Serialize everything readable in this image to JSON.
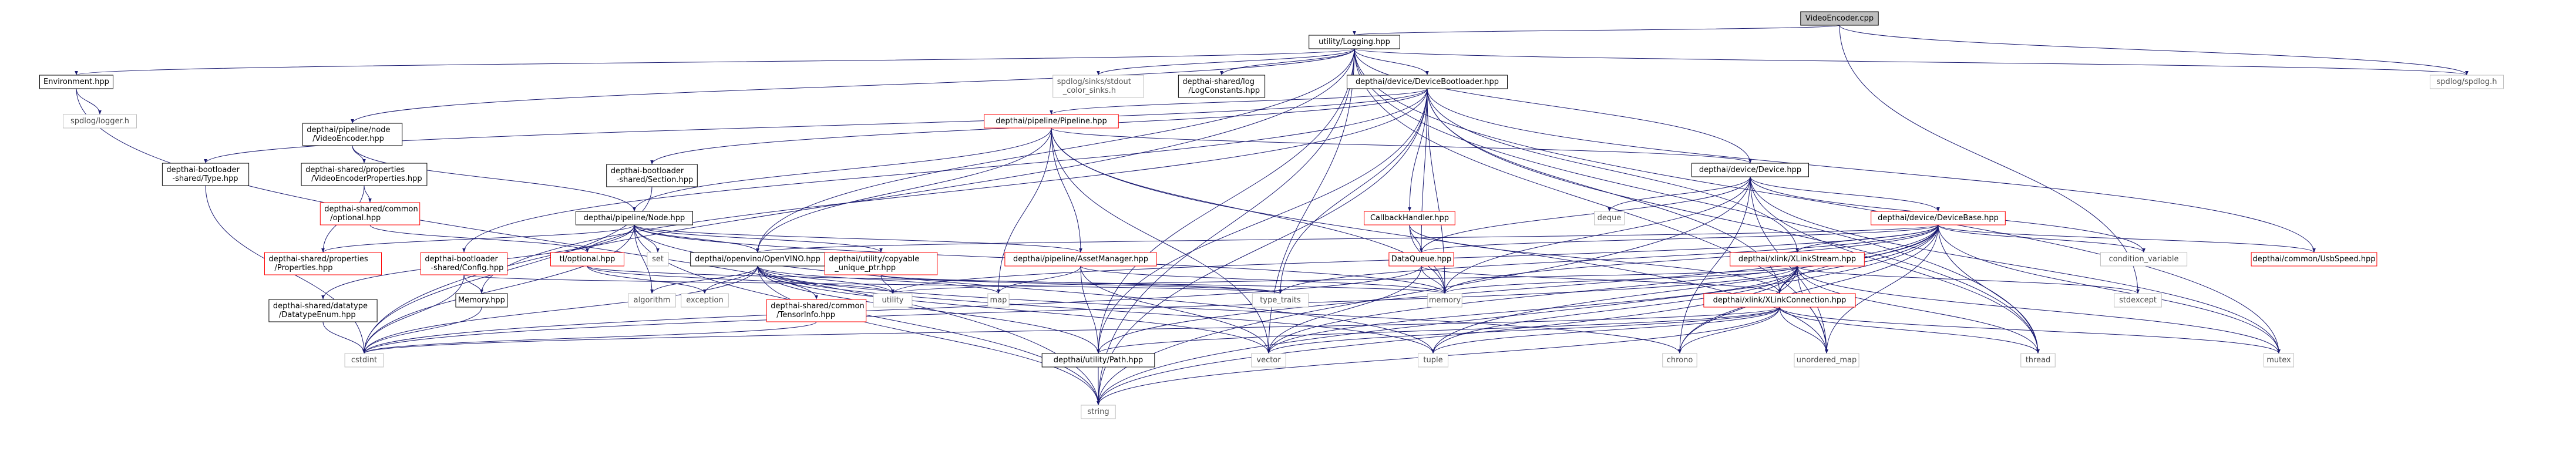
{
  "graph": {
    "root": "n_videoencoder",
    "colors": {
      "edge": "#191970",
      "node_border_normal": "#000000",
      "node_border_red": "#ff0000",
      "node_border_ext": "#bfbfbf",
      "text_normal": "#000000",
      "text_ext": "#4d4d4d",
      "root_fill": "#bfbfbf",
      "edge_thin_gray": "#191970"
    },
    "nodes": [
      {
        "id": "n_videoencoder",
        "lines": [
          "VideoEncoder.cpp"
        ],
        "kind": "root"
      },
      {
        "id": "n_logging",
        "lines": [
          "utility/Logging.hpp"
        ],
        "kind": "normal"
      },
      {
        "id": "n_environment",
        "lines": [
          "Environment.hpp"
        ],
        "kind": "normal"
      },
      {
        "id": "n_spdlog_logger",
        "lines": [
          "spdlog/logger.h"
        ],
        "kind": "ext"
      },
      {
        "id": "n_spdlog_sinks",
        "lines": [
          "spdlog/sinks/stdout",
          "_color_sinks.h"
        ],
        "kind": "ext"
      },
      {
        "id": "n_logconstants",
        "lines": [
          "depthai-shared/log",
          "/LogConstants.hpp"
        ],
        "kind": "normal"
      },
      {
        "id": "n_devicebootloader",
        "lines": [
          "depthai/device/DeviceBootloader.hpp"
        ],
        "kind": "normal"
      },
      {
        "id": "n_spdlog",
        "lines": [
          "spdlog/spdlog.h"
        ],
        "kind": "ext"
      },
      {
        "id": "n_videoencoder_node",
        "lines": [
          "depthai/pipeline/node",
          "/VideoEncoder.hpp"
        ],
        "kind": "normal"
      },
      {
        "id": "n_bootloader_type",
        "lines": [
          "depthai-bootloader",
          "-shared/Type.hpp"
        ],
        "kind": "normal"
      },
      {
        "id": "n_videoencoder_props",
        "lines": [
          "depthai-shared/properties",
          "/VideoEncoderProperties.hpp"
        ],
        "kind": "normal"
      },
      {
        "id": "n_pipeline",
        "lines": [
          "depthai/pipeline/Pipeline.hpp"
        ],
        "kind": "red"
      },
      {
        "id": "n_bootloader_section",
        "lines": [
          "depthai-bootloader",
          "-shared/Section.hpp"
        ],
        "kind": "normal"
      },
      {
        "id": "n_shared_optional",
        "lines": [
          "depthai-shared/common",
          "/optional.hpp"
        ],
        "kind": "red"
      },
      {
        "id": "n_node",
        "lines": [
          "depthai/pipeline/Node.hpp"
        ],
        "kind": "normal"
      },
      {
        "id": "n_callbackhandler",
        "lines": [
          "CallbackHandler.hpp"
        ],
        "kind": "red"
      },
      {
        "id": "n_device",
        "lines": [
          "depthai/device/Device.hpp"
        ],
        "kind": "normal"
      },
      {
        "id": "n_deque",
        "lines": [
          "deque"
        ],
        "kind": "ext"
      },
      {
        "id": "n_devicebase",
        "lines": [
          "depthai/device/DeviceBase.hpp"
        ],
        "kind": "red"
      },
      {
        "id": "n_properties",
        "lines": [
          "depthai-shared/properties",
          "/Properties.hpp"
        ],
        "kind": "red"
      },
      {
        "id": "n_bootloader_config",
        "lines": [
          "depthai-bootloader",
          "-shared/Config.hpp"
        ],
        "kind": "red"
      },
      {
        "id": "n_tloptional",
        "lines": [
          "tl/optional.hpp"
        ],
        "kind": "red"
      },
      {
        "id": "n_set",
        "lines": [
          "set"
        ],
        "kind": "ext"
      },
      {
        "id": "n_openvino",
        "lines": [
          "depthai/openvino/OpenVINO.hpp"
        ],
        "kind": "normal"
      },
      {
        "id": "n_copyable",
        "lines": [
          "depthai/utility/copyable",
          "_unique_ptr.hpp"
        ],
        "kind": "red"
      },
      {
        "id": "n_assetmanager",
        "lines": [
          "depthai/pipeline/AssetManager.hpp"
        ],
        "kind": "red"
      },
      {
        "id": "n_dataqueue",
        "lines": [
          "DataQueue.hpp"
        ],
        "kind": "red"
      },
      {
        "id": "n_xlinkstream",
        "lines": [
          "depthai/xlink/XLinkStream.hpp"
        ],
        "kind": "red"
      },
      {
        "id": "n_condvar",
        "lines": [
          "condition_variable"
        ],
        "kind": "ext"
      },
      {
        "id": "n_usbspeed",
        "lines": [
          "depthai/common/UsbSpeed.hpp"
        ],
        "kind": "red"
      },
      {
        "id": "n_memoryhpp",
        "lines": [
          "Memory.hpp"
        ],
        "kind": "normal"
      },
      {
        "id": "n_datatypeenum",
        "lines": [
          "depthai-shared/datatype",
          "/DatatypeEnum.hpp"
        ],
        "kind": "normal"
      },
      {
        "id": "n_algorithm",
        "lines": [
          "algorithm"
        ],
        "kind": "ext"
      },
      {
        "id": "n_exception",
        "lines": [
          "exception"
        ],
        "kind": "ext"
      },
      {
        "id": "n_tensorinfo",
        "lines": [
          "depthai-shared/common",
          "/TensorInfo.hpp"
        ],
        "kind": "red"
      },
      {
        "id": "n_utility",
        "lines": [
          "utility"
        ],
        "kind": "ext"
      },
      {
        "id": "n_map",
        "lines": [
          "map"
        ],
        "kind": "ext"
      },
      {
        "id": "n_type_traits",
        "lines": [
          "type_traits"
        ],
        "kind": "ext"
      },
      {
        "id": "n_memory",
        "lines": [
          "memory"
        ],
        "kind": "ext"
      },
      {
        "id": "n_xlinkconnection",
        "lines": [
          "depthai/xlink/XLinkConnection.hpp"
        ],
        "kind": "red"
      },
      {
        "id": "n_stdexcept",
        "lines": [
          "stdexcept"
        ],
        "kind": "ext"
      },
      {
        "id": "n_cstdint",
        "lines": [
          "cstdint"
        ],
        "kind": "ext"
      },
      {
        "id": "n_vector",
        "lines": [
          "vector"
        ],
        "kind": "ext"
      },
      {
        "id": "n_path",
        "lines": [
          "depthai/utility/Path.hpp"
        ],
        "kind": "normal"
      },
      {
        "id": "n_tuple",
        "lines": [
          "tuple"
        ],
        "kind": "ext"
      },
      {
        "id": "n_chrono",
        "lines": [
          "chrono"
        ],
        "kind": "ext"
      },
      {
        "id": "n_unordered_map",
        "lines": [
          "unordered_map"
        ],
        "kind": "ext"
      },
      {
        "id": "n_thread",
        "lines": [
          "thread"
        ],
        "kind": "ext"
      },
      {
        "id": "n_mutex",
        "lines": [
          "mutex"
        ],
        "kind": "ext"
      },
      {
        "id": "n_string",
        "lines": [
          "string"
        ],
        "kind": "ext"
      }
    ],
    "edges": [
      [
        "n_videoencoder",
        "n_logging"
      ],
      [
        "n_videoencoder",
        "n_spdlog"
      ],
      [
        "n_videoencoder",
        "n_stdexcept"
      ],
      [
        "n_logging",
        "n_environment"
      ],
      [
        "n_logging",
        "n_spdlog_sinks"
      ],
      [
        "n_logging",
        "n_logconstants"
      ],
      [
        "n_logging",
        "n_devicebootloader"
      ],
      [
        "n_logging",
        "n_spdlog"
      ],
      [
        "n_logging",
        "n_videoencoder_node"
      ],
      [
        "n_logging",
        "n_device"
      ],
      [
        "n_logging",
        "n_openvino"
      ],
      [
        "n_logging",
        "n_cstdint"
      ],
      [
        "n_logging",
        "n_string"
      ],
      [
        "n_logging",
        "n_vector"
      ],
      [
        "n_logging",
        "n_unordered_map"
      ],
      [
        "n_logging",
        "n_thread"
      ],
      [
        "n_logging",
        "n_mutex"
      ],
      [
        "n_logging",
        "n_path"
      ],
      [
        "n_environment",
        "n_spdlog_logger"
      ],
      [
        "n_environment",
        "n_string"
      ],
      [
        "n_devicebootloader",
        "n_bootloader_type"
      ],
      [
        "n_devicebootloader",
        "n_pipeline"
      ],
      [
        "n_devicebootloader",
        "n_bootloader_section"
      ],
      [
        "n_devicebootloader",
        "n_bootloader_config"
      ],
      [
        "n_devicebootloader",
        "n_callbackhandler"
      ],
      [
        "n_devicebootloader",
        "n_dataqueue"
      ],
      [
        "n_devicebootloader",
        "n_xlinkstream"
      ],
      [
        "n_devicebootloader",
        "n_xlinkconnection"
      ],
      [
        "n_devicebootloader",
        "n_usbspeed"
      ],
      [
        "n_devicebootloader",
        "n_memoryhpp"
      ],
      [
        "n_devicebootloader",
        "n_memory"
      ],
      [
        "n_devicebootloader",
        "n_type_traits"
      ],
      [
        "n_devicebootloader",
        "n_string"
      ],
      [
        "n_devicebootloader",
        "n_thread"
      ],
      [
        "n_devicebootloader",
        "n_path"
      ],
      [
        "n_videoencoder_node",
        "n_videoencoder_props"
      ],
      [
        "n_videoencoder_node",
        "n_node"
      ],
      [
        "n_videoencoder_props",
        "n_shared_optional"
      ],
      [
        "n_videoencoder_props",
        "n_properties"
      ],
      [
        "n_bootloader_type",
        "n_cstdint"
      ],
      [
        "n_bootloader_section",
        "n_cstdint"
      ],
      [
        "n_pipeline",
        "n_device"
      ],
      [
        "n_pipeline",
        "n_node"
      ],
      [
        "n_pipeline",
        "n_openvino"
      ],
      [
        "n_pipeline",
        "n_assetmanager"
      ],
      [
        "n_pipeline",
        "n_map"
      ],
      [
        "n_pipeline",
        "n_memory"
      ],
      [
        "n_pipeline",
        "n_vector"
      ],
      [
        "n_pipeline",
        "n_unordered_map"
      ],
      [
        "n_shared_optional",
        "n_tloptional"
      ],
      [
        "n_node",
        "n_properties"
      ],
      [
        "n_node",
        "n_tloptional"
      ],
      [
        "n_node",
        "n_set"
      ],
      [
        "n_node",
        "n_openvino"
      ],
      [
        "n_node",
        "n_copyable"
      ],
      [
        "n_node",
        "n_assetmanager"
      ],
      [
        "n_node",
        "n_algorithm"
      ],
      [
        "n_node",
        "n_memory"
      ],
      [
        "n_node",
        "n_tuple"
      ],
      [
        "n_node",
        "n_string"
      ],
      [
        "n_node",
        "n_datatypeenum"
      ],
      [
        "n_node",
        "n_cstdint"
      ],
      [
        "n_callbackhandler",
        "n_dataqueue"
      ],
      [
        "n_callbackhandler",
        "n_xlinkconnection"
      ],
      [
        "n_callbackhandler",
        "n_memory"
      ],
      [
        "n_device",
        "n_deque"
      ],
      [
        "n_device",
        "n_devicebase"
      ],
      [
        "n_device",
        "n_dataqueue"
      ],
      [
        "n_device",
        "n_condvar"
      ],
      [
        "n_device",
        "n_mutex"
      ],
      [
        "n_device",
        "n_string"
      ],
      [
        "n_device",
        "n_thread"
      ],
      [
        "n_device",
        "n_memory"
      ],
      [
        "n_device",
        "n_unordered_map"
      ],
      [
        "n_device",
        "n_chrono"
      ],
      [
        "n_devicebase",
        "n_condvar"
      ],
      [
        "n_devicebase",
        "n_usbspeed"
      ],
      [
        "n_devicebase",
        "n_xlinkstream"
      ],
      [
        "n_devicebase",
        "n_xlinkconnection"
      ],
      [
        "n_devicebase",
        "n_dataqueue"
      ],
      [
        "n_devicebase",
        "n_openvino"
      ],
      [
        "n_devicebase",
        "n_type_traits"
      ],
      [
        "n_devicebase",
        "n_memory"
      ],
      [
        "n_devicebase",
        "n_chrono"
      ],
      [
        "n_devicebase",
        "n_thread"
      ],
      [
        "n_devicebase",
        "n_mutex"
      ],
      [
        "n_devicebase",
        "n_string"
      ],
      [
        "n_devicebase",
        "n_unordered_map"
      ],
      [
        "n_devicebase",
        "n_tuple"
      ],
      [
        "n_devicebase",
        "n_vector"
      ],
      [
        "n_devicebase",
        "n_utility"
      ],
      [
        "n_devicebase",
        "n_path"
      ],
      [
        "n_bootloader_config",
        "n_memoryhpp"
      ],
      [
        "n_bootloader_config",
        "n_cstdint"
      ],
      [
        "n_bootloader_config",
        "n_type_traits"
      ],
      [
        "n_memoryhpp",
        "n_cstdint"
      ],
      [
        "n_datatypeenum",
        "n_cstdint"
      ],
      [
        "n_tloptional",
        "n_exception"
      ],
      [
        "n_tloptional",
        "n_type_traits"
      ],
      [
        "n_tloptional",
        "n_utility"
      ],
      [
        "n_openvino",
        "n_tensorinfo"
      ],
      [
        "n_openvino",
        "n_algorithm"
      ],
      [
        "n_openvino",
        "n_exception"
      ],
      [
        "n_openvino",
        "n_utility"
      ],
      [
        "n_openvino",
        "n_map"
      ],
      [
        "n_openvino",
        "n_vector"
      ],
      [
        "n_openvino",
        "n_string"
      ],
      [
        "n_openvino",
        "n_tuple"
      ],
      [
        "n_openvino",
        "n_cstdint"
      ],
      [
        "n_openvino",
        "n_path"
      ],
      [
        "n_openvino",
        "n_chrono"
      ],
      [
        "n_tensorinfo",
        "n_cstdint"
      ],
      [
        "n_copyable",
        "n_utility"
      ],
      [
        "n_copyable",
        "n_memory"
      ],
      [
        "n_copyable",
        "n_type_traits"
      ],
      [
        "n_assetmanager",
        "n_map"
      ],
      [
        "n_assetmanager",
        "n_memory"
      ],
      [
        "n_assetmanager",
        "n_vector"
      ],
      [
        "n_assetmanager",
        "n_path"
      ],
      [
        "n_dataqueue",
        "n_xlinkconnection"
      ],
      [
        "n_dataqueue",
        "n_memory"
      ],
      [
        "n_dataqueue",
        "n_vector"
      ],
      [
        "n_dataqueue",
        "n_cstdint"
      ],
      [
        "n_xlinkstream",
        "n_xlinkconnection"
      ],
      [
        "n_xlinkstream",
        "n_stdexcept"
      ],
      [
        "n_xlinkstream",
        "n_memory"
      ],
      [
        "n_xlinkstream",
        "n_vector"
      ],
      [
        "n_xlinkstream",
        "n_chrono"
      ],
      [
        "n_xlinkstream",
        "n_thread"
      ],
      [
        "n_xlinkstream",
        "n_mutex"
      ],
      [
        "n_xlinkstream",
        "n_tuple"
      ],
      [
        "n_xlinkstream",
        "n_string"
      ],
      [
        "n_xlinkstream",
        "n_unordered_map"
      ],
      [
        "n_xlinkstream",
        "n_utility"
      ],
      [
        "n_xlinkstream",
        "n_cstdint"
      ],
      [
        "n_xlinkconnection",
        "n_chrono"
      ],
      [
        "n_xlinkconnection",
        "n_thread"
      ],
      [
        "n_xlinkconnection",
        "n_mutex"
      ],
      [
        "n_xlinkconnection",
        "n_tuple"
      ],
      [
        "n_xlinkconnection",
        "n_string"
      ],
      [
        "n_xlinkconnection",
        "n_unordered_map"
      ],
      [
        "n_xlinkconnection",
        "n_vector"
      ],
      [
        "n_xlinkconnection",
        "n_cstdint"
      ],
      [
        "n_xlinkconnection",
        "n_path"
      ],
      [
        "n_path",
        "n_string"
      ]
    ]
  }
}
